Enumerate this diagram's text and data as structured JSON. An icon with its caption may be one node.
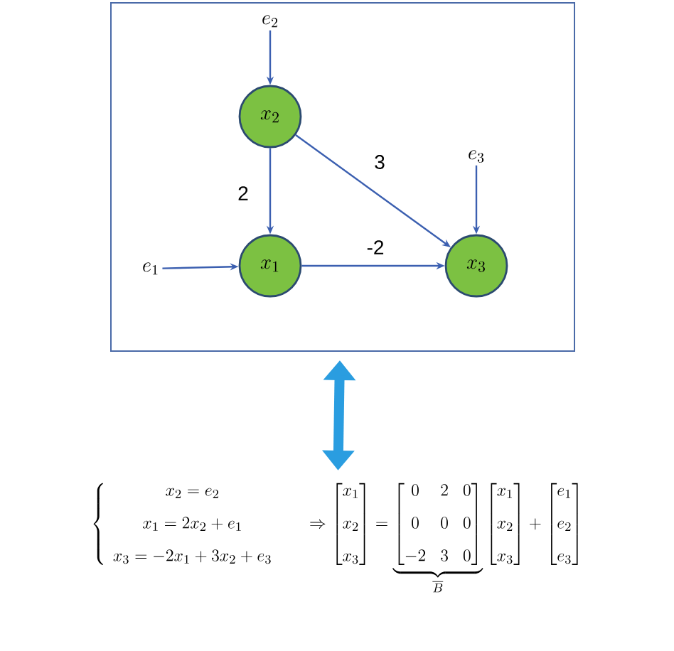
{
  "diagram": {
    "nodes": [
      {
        "text": [],
        "shape": "box"
      },
      {
        "text": [
          "x_2"
        ],
        "in": 0
      },
      {
        "text": [
          "x_1"
        ],
        "in": 0
      },
      {
        "text": [
          "x_3"
        ],
        "in": 0
      },
      {
        "text": [
          "e_2"
        ],
        "in": 0
      },
      {
        "text": [
          "e_3"
        ],
        "in": 0
      },
      {
        "text": [
          "e_1"
        ],
        "in": 0
      },
      {
        "text": [
          "\\left\\{\\begin{array}{c} x_2 = e_2 \\\\[8pt] x_1 = 2x_2 + e_1 \\\\[8pt] x_3 = -2x_1 + 3x_2 + e_3 \\end{array}\\right.",
          "\\Rightarrow \\begin{bmatrix} x_1 \\\\[8pt] x_2 \\\\[8pt] x_3 \\end{bmatrix} = \\underbrace{\\begin{bmatrix} 0 & 2 & 0 \\\\[8pt] 0 & 0 & 0 \\\\[8pt] -2 & 3 & 0 \\end{bmatrix}}_{\\overline{B}} \\begin{bmatrix} x_1 \\\\[8pt] x_2 \\\\[8pt] x_3 \\end{bmatrix} + \\begin{bmatrix} e_1 \\\\[8pt] e_2 \\\\[8pt] e_3 \\end{bmatrix}"
        ]
      }
    ],
    "edges": [
      {
        "from": 4,
        "to": 1,
        "arrow": "to"
      },
      {
        "from": 1,
        "to": 2,
        "arrow": "to",
        "label": "2"
      },
      {
        "from": 1,
        "to": 3,
        "arrow": "to",
        "label": "3"
      },
      {
        "from": 6,
        "to": 2,
        "arrow": "to"
      },
      {
        "from": 2,
        "to": 3,
        "arrow": "to",
        "label": "-2"
      },
      {
        "from": 5,
        "to": 3,
        "arrow": "to"
      },
      {
        "from": 0,
        "to": 7,
        "arrow": "both",
        "style": "thick",
        "color": "#2a9de0"
      }
    ]
  }
}
